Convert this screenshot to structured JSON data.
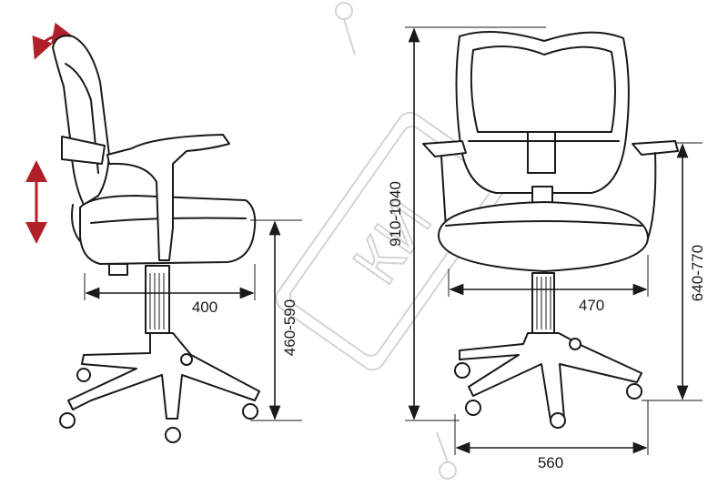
{
  "watermark": {
    "text": "КИ"
  },
  "side_view": {
    "depth_label": "400",
    "seat_height_label": "460-590"
  },
  "front_view": {
    "total_height_label": "910-1040",
    "armrest_height_label": "640-770",
    "seat_width_label": "470",
    "base_width_label": "560"
  },
  "colors": {
    "arrow": "#b0202a",
    "line": "#1a1a1a",
    "watermark": "#d4d4d4"
  }
}
